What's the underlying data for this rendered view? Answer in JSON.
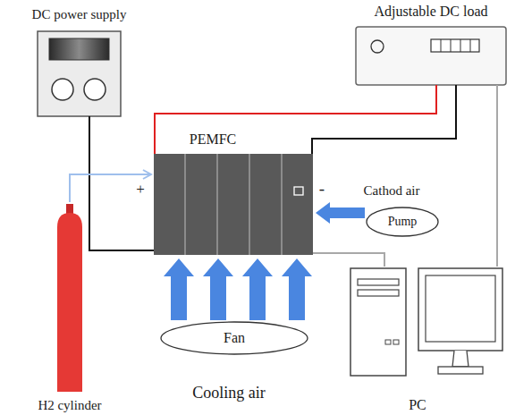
{
  "diagram": {
    "nodes": [
      {
        "text": [
          "DC power supply"
        ]
      },
      {
        "text": [
          "Adjustable DC load"
        ]
      },
      {
        "text": [
          "PEMFC"
        ]
      },
      {
        "text": [
          "Pump"
        ]
      },
      {
        "text": [
          "Fan"
        ]
      },
      {
        "text": [
          "H2 cylinder"
        ]
      },
      {
        "text": [
          "PC"
        ]
      }
    ],
    "edges": [
      {
        "from": 0,
        "to": 2,
        "arrow": "none"
      },
      {
        "from": 2,
        "to": 1,
        "arrow": "none"
      },
      {
        "from": 2,
        "to": 1,
        "arrow": "none"
      },
      {
        "from": 5,
        "to": 2,
        "arrow": "to"
      },
      {
        "from": 3,
        "to": 2,
        "arrow": "to"
      },
      {
        "from": 1,
        "to": 6,
        "arrow": "none"
      },
      {
        "from": 2,
        "to": 6,
        "arrow": "none"
      },
      {
        "from": 4,
        "to": 2,
        "arrow": "to"
      }
    ],
    "labels": [
      "+",
      "-",
      "Cathod air",
      "Cooling air"
    ]
  }
}
